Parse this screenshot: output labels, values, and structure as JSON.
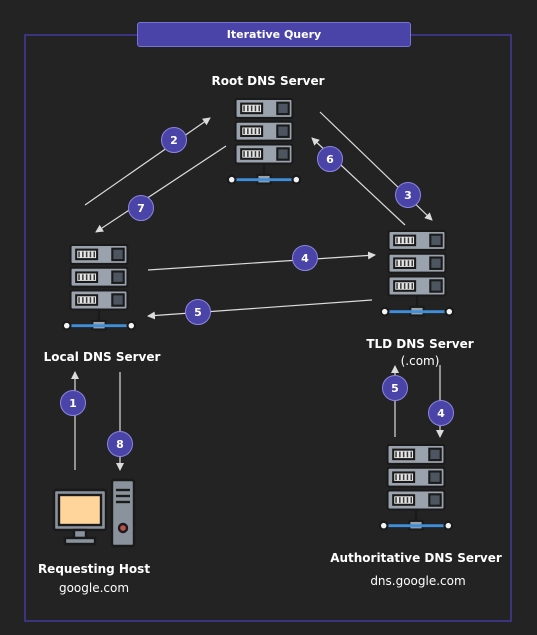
{
  "title": "Iterative Query",
  "nodes": {
    "root": {
      "label": "Root DNS Server"
    },
    "local": {
      "label": "Local DNS Server"
    },
    "tld": {
      "label": "TLD DNS Server",
      "sublabel": "(.com)"
    },
    "auth": {
      "label": "Authoritative DNS Server",
      "sublabel": "dns.google.com"
    },
    "host": {
      "label": "Requesting Host",
      "sublabel": "google.com"
    }
  },
  "steps": [
    "1",
    "2",
    "3",
    "4",
    "5",
    "6",
    "7",
    "8",
    "4",
    "5"
  ],
  "colors": {
    "background": "#232323",
    "frame": "#3b3480",
    "badge": "#4b44a8",
    "arrow": "#dcdcdc"
  }
}
